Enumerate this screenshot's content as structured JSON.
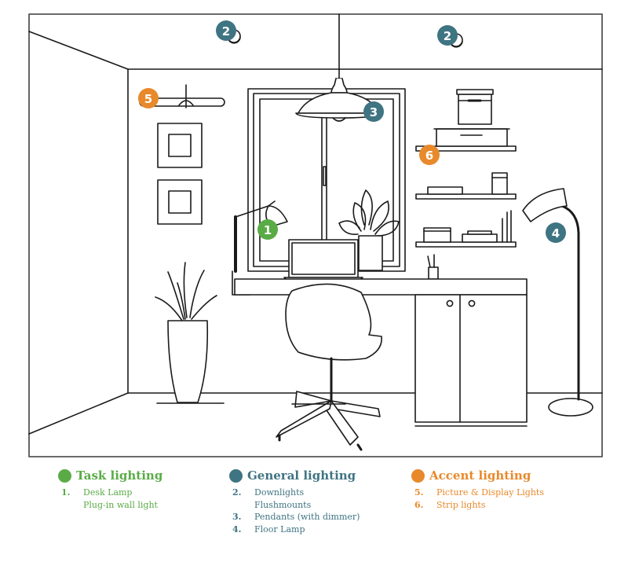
{
  "colors": {
    "task": "#5aab46",
    "general": "#3f7482",
    "accent": "#e8892b",
    "line": "#1a1a1a"
  },
  "badges": {
    "desk_lamp": "1",
    "downlight_left": "2",
    "downlight_right": "2",
    "pendant": "3",
    "floor_lamp": "4",
    "picture_light": "5",
    "strip_light": "6"
  },
  "legend": {
    "task": {
      "title": "Task lighting",
      "items": [
        {
          "num": "1.",
          "label": "Desk Lamp",
          "sub": "Plug-in wall light"
        }
      ]
    },
    "general": {
      "title": "General lighting",
      "items": [
        {
          "num": "2.",
          "label": "Downlights",
          "sub": "Flushmounts"
        },
        {
          "num": "3.",
          "label": "Pendants (with dimmer)"
        },
        {
          "num": "4.",
          "label": "Floor Lamp"
        }
      ]
    },
    "accent": {
      "title": "Accent lighting",
      "items": [
        {
          "num": "5.",
          "label": "Picture & Display Lights"
        },
        {
          "num": "6.",
          "label": "Strip lights"
        }
      ]
    }
  }
}
